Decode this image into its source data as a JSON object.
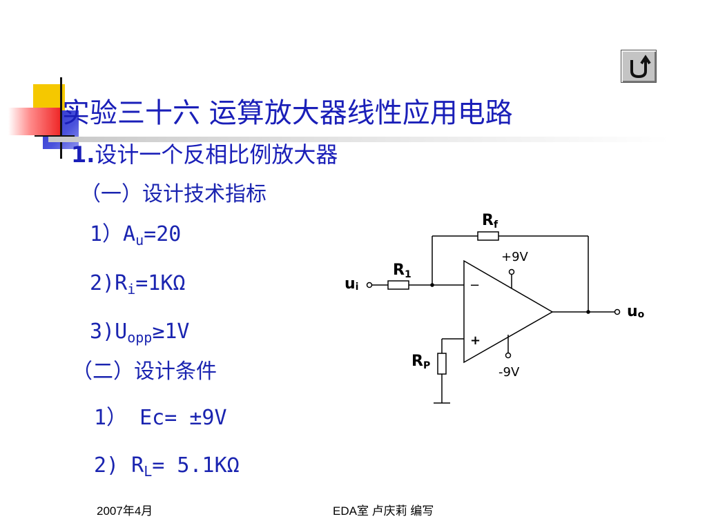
{
  "slide": {
    "title": "实验三十六  运算放大器线性应用电路",
    "subtitle_num": "1.",
    "subtitle_text": "设计一个反相比例放大器",
    "section1": "（一）设计技术指标",
    "spec1": {
      "prefix": "1）A",
      "sub": "u",
      "suffix": "=20"
    },
    "spec2": {
      "prefix": "2)R",
      "sub": "i",
      "suffix": "=1KΩ"
    },
    "spec3": {
      "prefix": "3)U",
      "sub": "opp",
      "suffix": "≥1V"
    },
    "section2": "（二）设计条件",
    "cond1": "1）  Ec= ±9V",
    "cond2": {
      "prefix": "2)  R",
      "sub": "L",
      "suffix": "= 5.1KΩ"
    }
  },
  "circuit": {
    "rf_label": "R",
    "rf_sub": "f",
    "r1_label": "R",
    "r1_sub": "1",
    "rp_label": "R",
    "rp_sub": "P",
    "ui_label": "u",
    "ui_sub": "i",
    "uo_label": "u",
    "uo_sub": "o",
    "vplus_label": "+9V",
    "vminus_label": "-9V",
    "minus_sign": "−",
    "plus_sign": "+"
  },
  "footer": {
    "date": "2007年4月",
    "author": "EDA室  卢庆莉  编写"
  },
  "colors": {
    "text": "#1a24b0",
    "deco_yellow": "#f5c800",
    "deco_blue": "#2c33c8",
    "deco_red": "#ee2222"
  },
  "icons": {
    "back": "u-turn-arrow-icon"
  }
}
